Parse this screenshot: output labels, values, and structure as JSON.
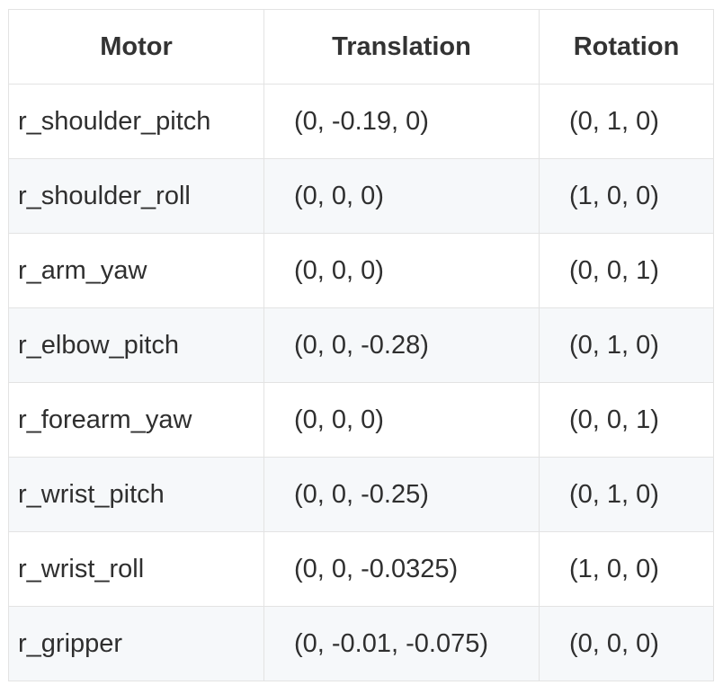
{
  "table": {
    "headers": [
      "Motor",
      "Translation",
      "Rotation"
    ],
    "rows": [
      {
        "motor": "r_shoulder_pitch",
        "translation": "(0, -0.19, 0)",
        "rotation": "(0, 1, 0)"
      },
      {
        "motor": "r_shoulder_roll",
        "translation": "(0, 0, 0)",
        "rotation": "(1, 0, 0)"
      },
      {
        "motor": "r_arm_yaw",
        "translation": "(0, 0, 0)",
        "rotation": "(0, 0, 1)"
      },
      {
        "motor": "r_elbow_pitch",
        "translation": "(0, 0, -0.28)",
        "rotation": "(0, 1, 0)"
      },
      {
        "motor": "r_forearm_yaw",
        "translation": "(0, 0, 0)",
        "rotation": "(0, 0, 1)"
      },
      {
        "motor": "r_wrist_pitch",
        "translation": "(0, 0, -0.25)",
        "rotation": "(0, 1, 0)"
      },
      {
        "motor": "r_wrist_roll",
        "translation": "(0, 0, -0.0325)",
        "rotation": "(1, 0, 0)"
      },
      {
        "motor": "r_gripper",
        "translation": "(0, -0.01, -0.075)",
        "rotation": "(0, 0, 0)"
      }
    ]
  }
}
